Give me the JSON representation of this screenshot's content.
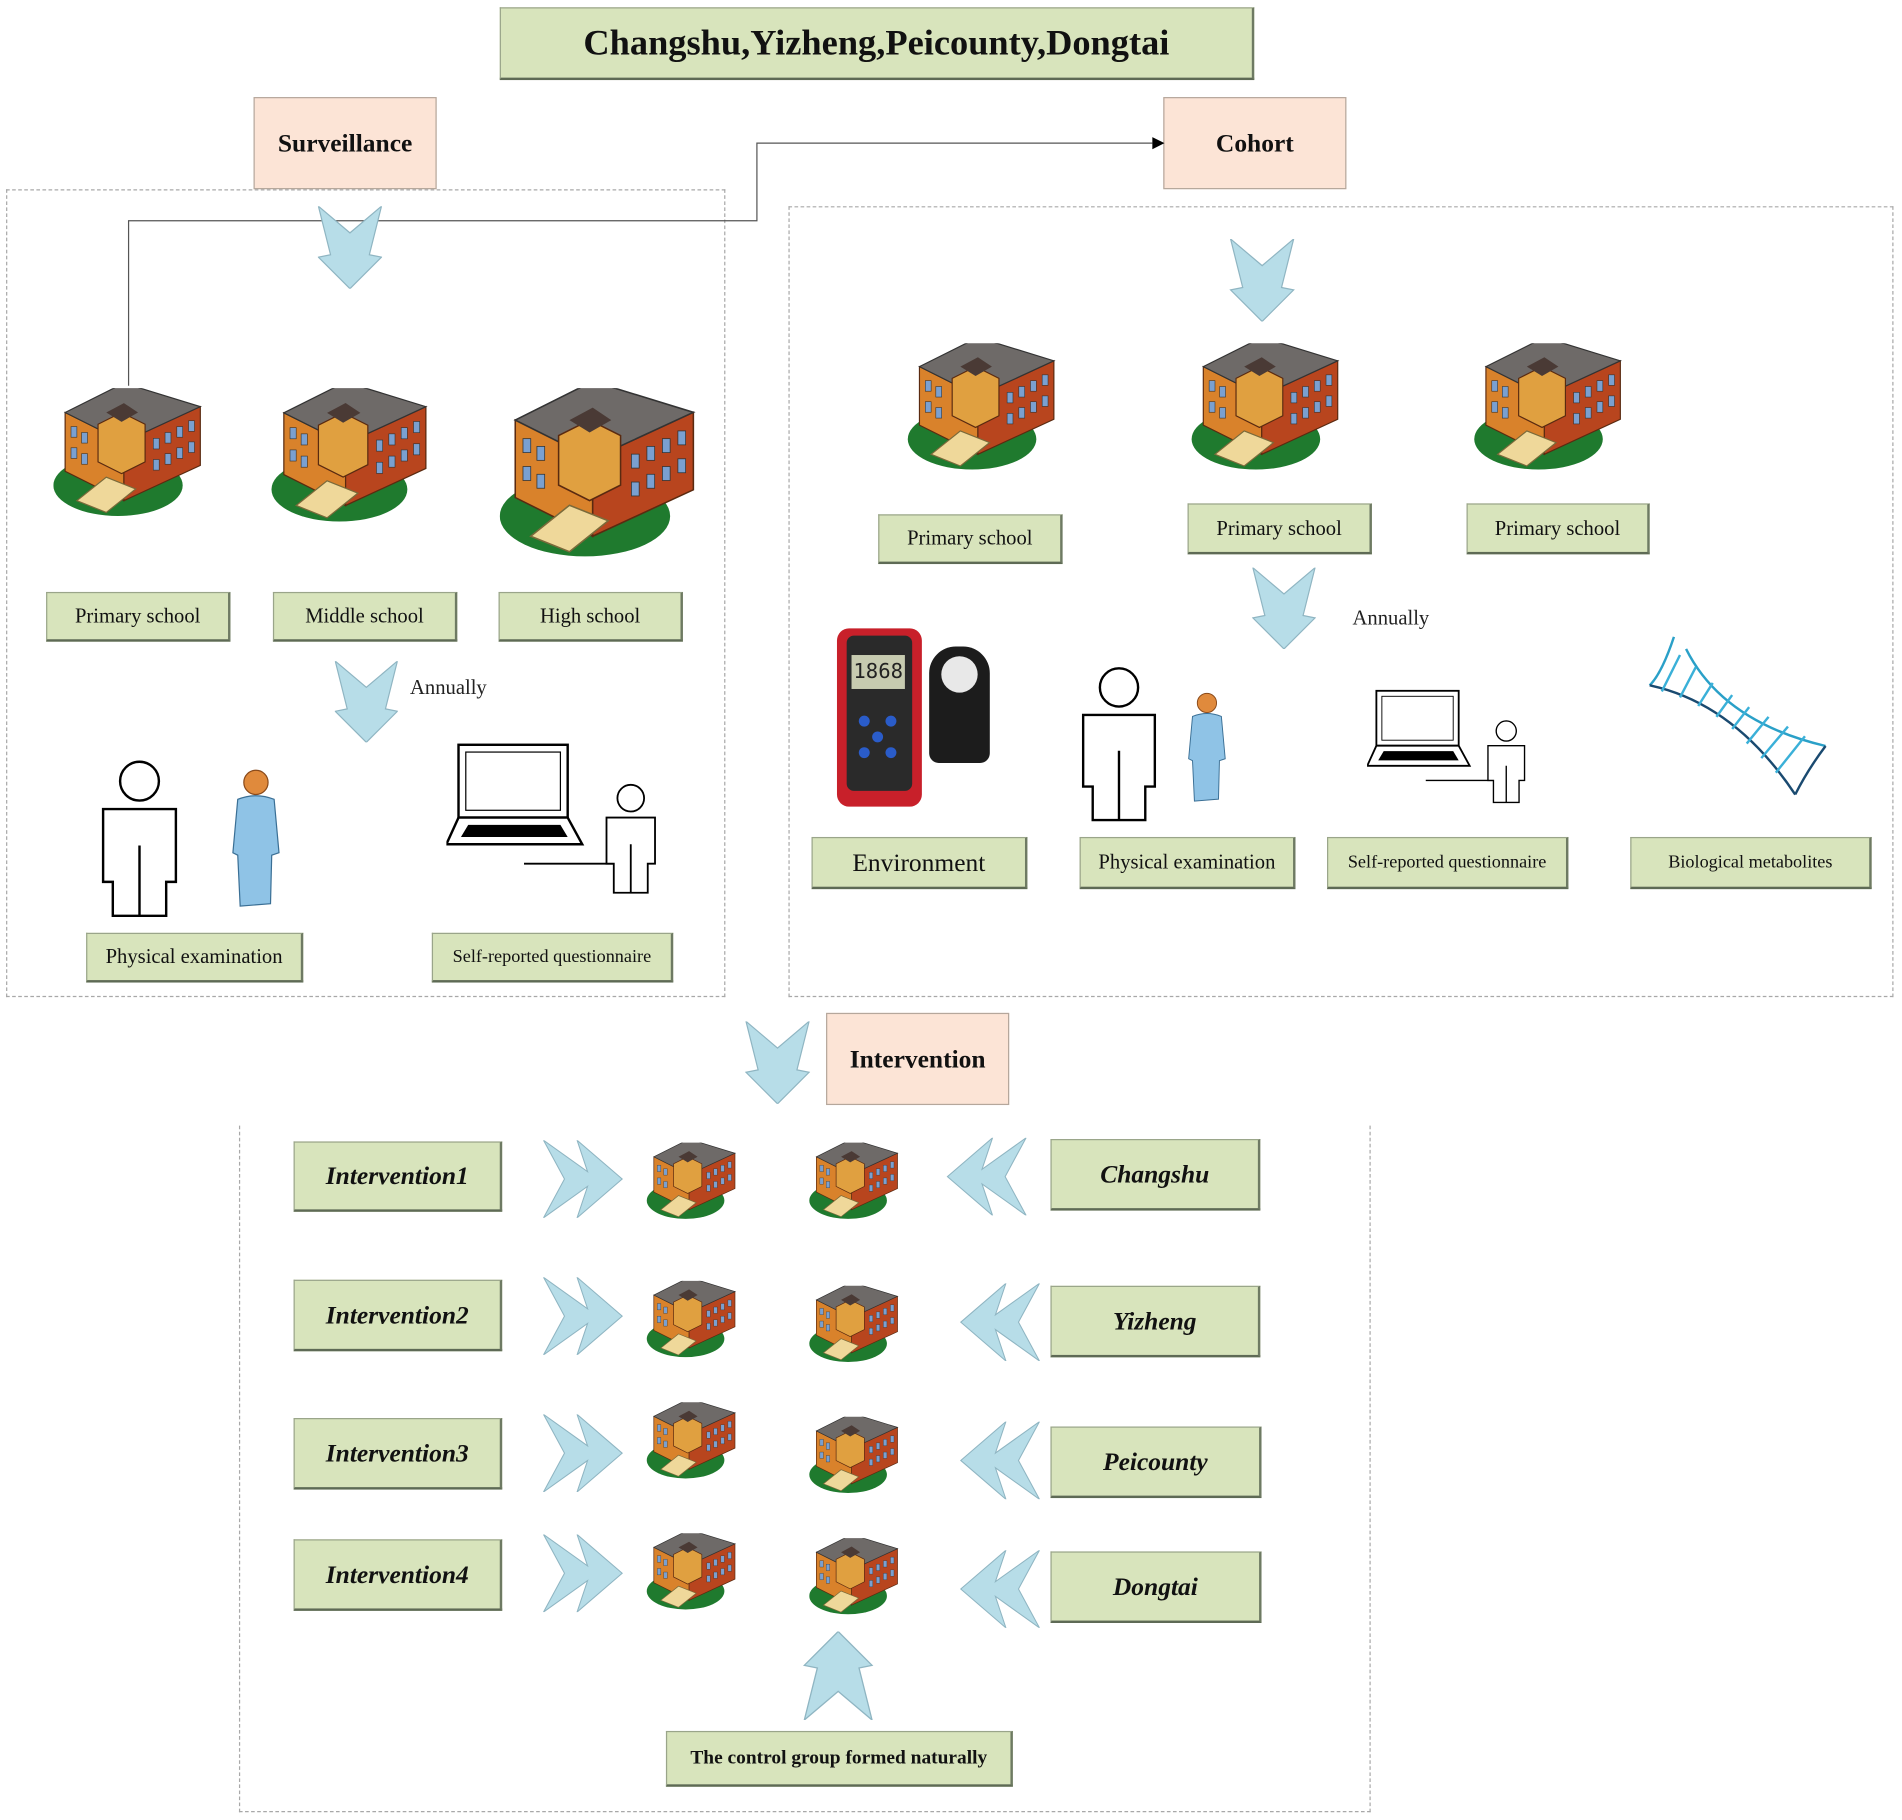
{
  "title": "Changshu,Yizheng,Peicounty,Dongtai",
  "surveillance": {
    "header": "Surveillance",
    "schools": [
      "Primary school",
      "Middle school",
      "High school"
    ],
    "frequency": "Annually",
    "measures": [
      "Physical examination",
      "Self-reported questionnaire"
    ]
  },
  "cohort": {
    "header": "Cohort",
    "schools": [
      "Primary school",
      "Primary school",
      "Primary school"
    ],
    "frequency": "Annually",
    "measures": [
      "Environment",
      "Physical examination",
      "Self-reported questionnaire",
      "Biological metabolites"
    ],
    "meter_reading": "1868"
  },
  "intervention": {
    "header": "Intervention",
    "arms": [
      "Intervention1",
      "Intervention2",
      "Intervention3",
      "Intervention4"
    ],
    "regions": [
      "Changshu",
      "Yizheng",
      "Peicounty",
      "Dongtai"
    ],
    "control": "The control group formed naturally"
  },
  "colors": {
    "label_bg": "#d8e4bc",
    "header_bg": "#fce4d6",
    "arrow": "#b7dde8"
  }
}
